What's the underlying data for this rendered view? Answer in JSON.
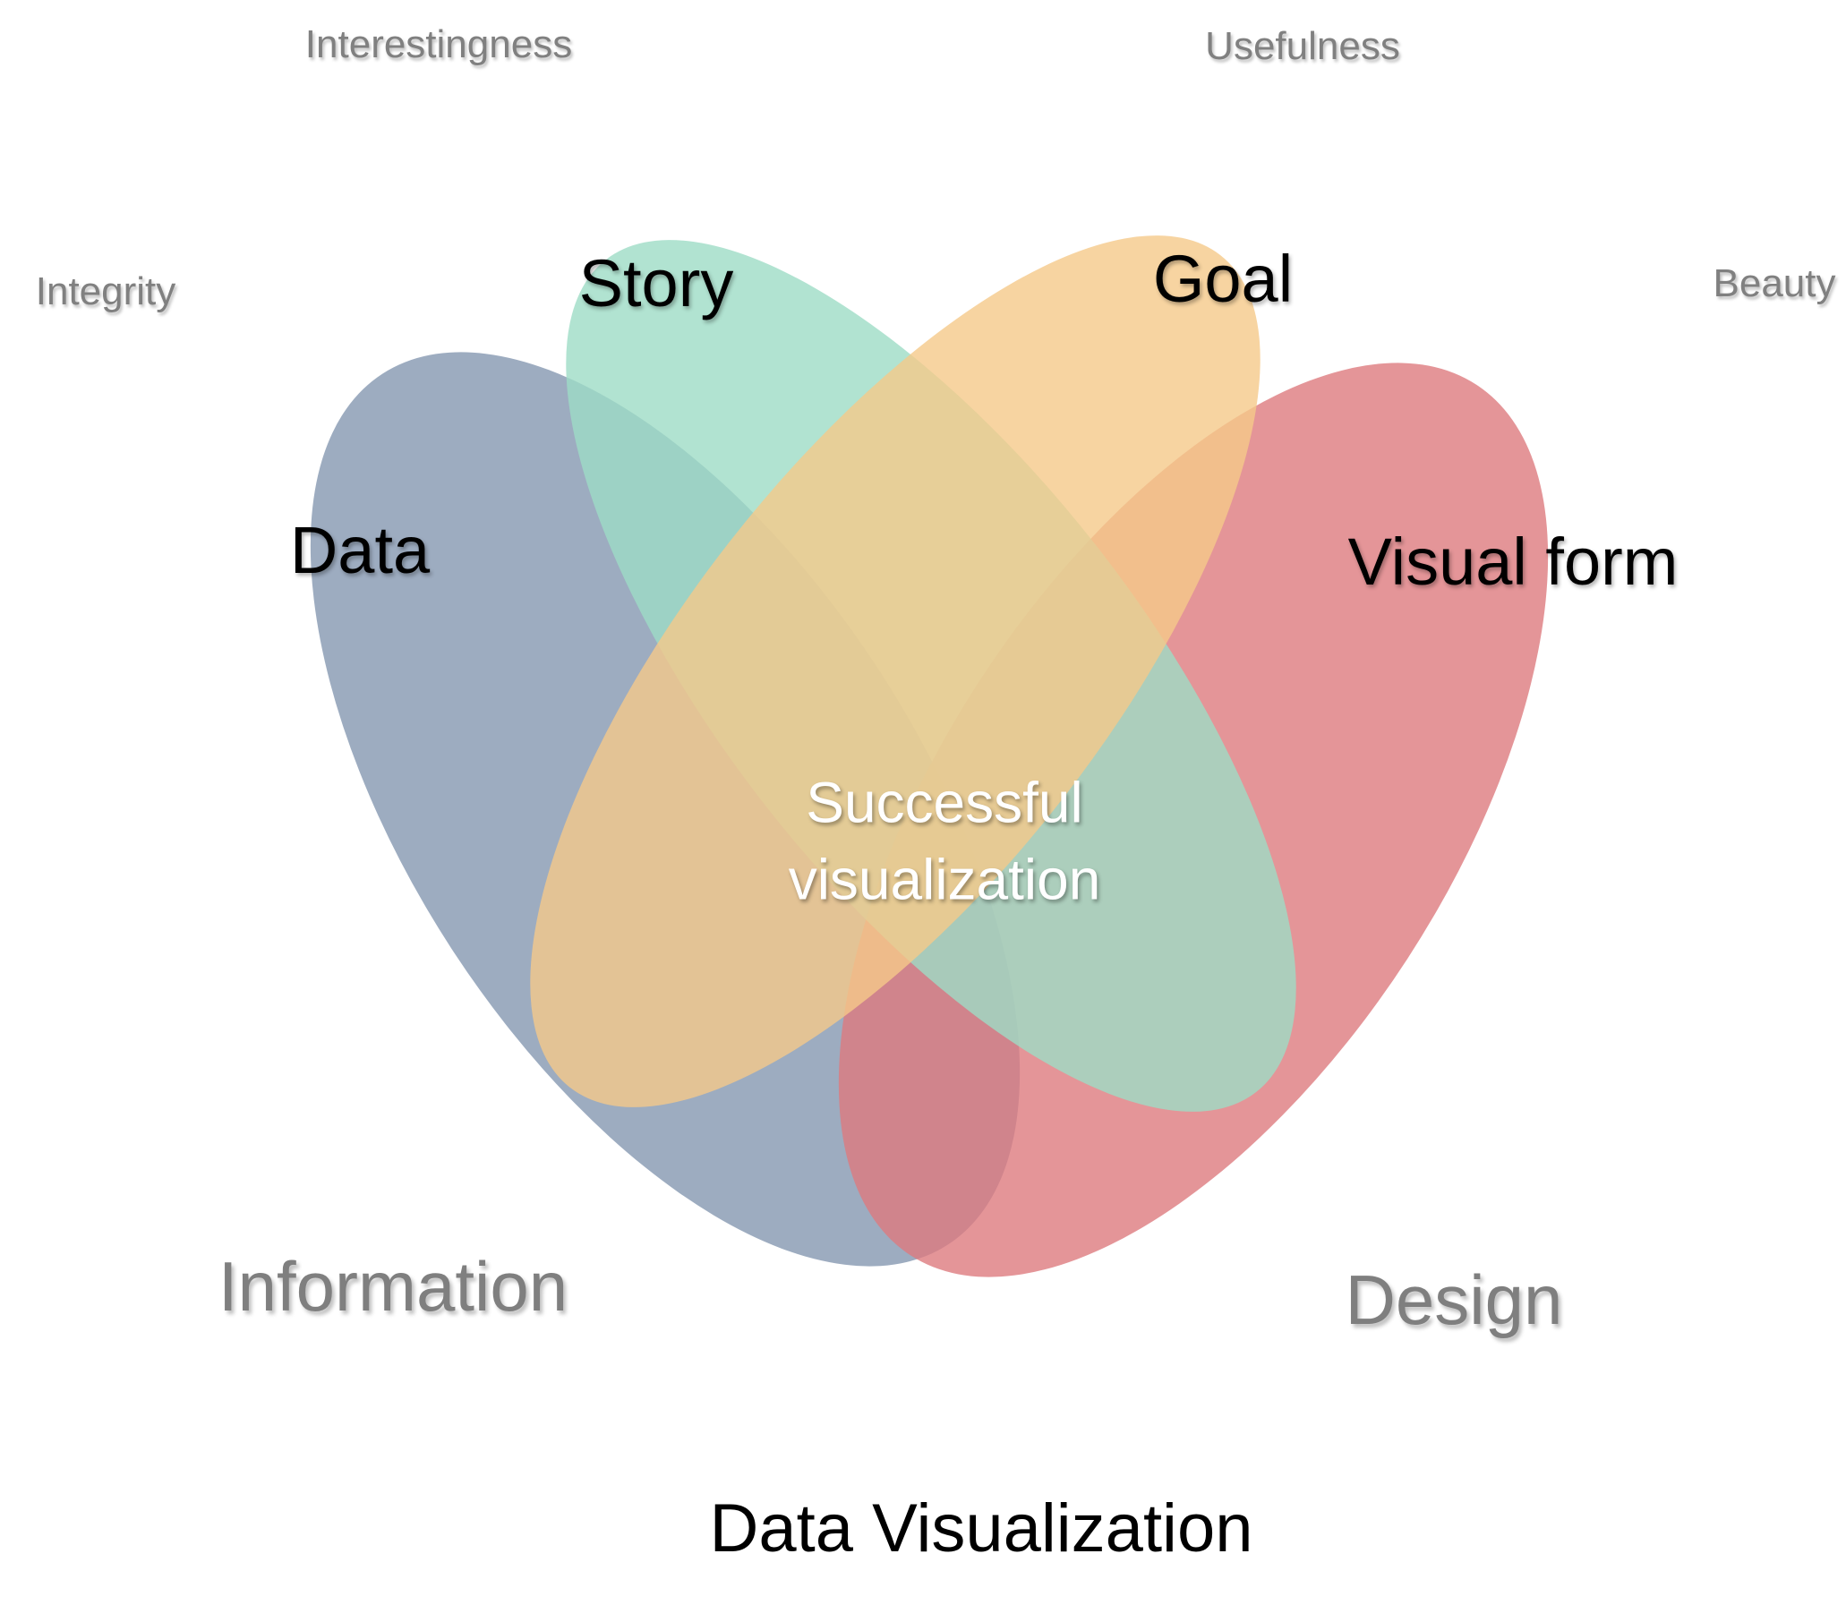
{
  "qualities": {
    "interestingness": "Interestingness",
    "usefulness": "Usefulness",
    "integrity": "Integrity",
    "beauty": "Beauty"
  },
  "areas": {
    "information": "Information",
    "design": "Design"
  },
  "sets": [
    {
      "key": "data",
      "label": "Data",
      "color": "#8497B0"
    },
    {
      "key": "story",
      "label": "Story",
      "color": "#9DDCC6"
    },
    {
      "key": "goal",
      "label": "Goal",
      "color": "#F5C98A"
    },
    {
      "key": "visual_form",
      "label": "Visual form",
      "color": "#DD7B7E"
    }
  ],
  "center": {
    "line1": "Successful",
    "line2": "visualization"
  },
  "title": "Data Visualization"
}
